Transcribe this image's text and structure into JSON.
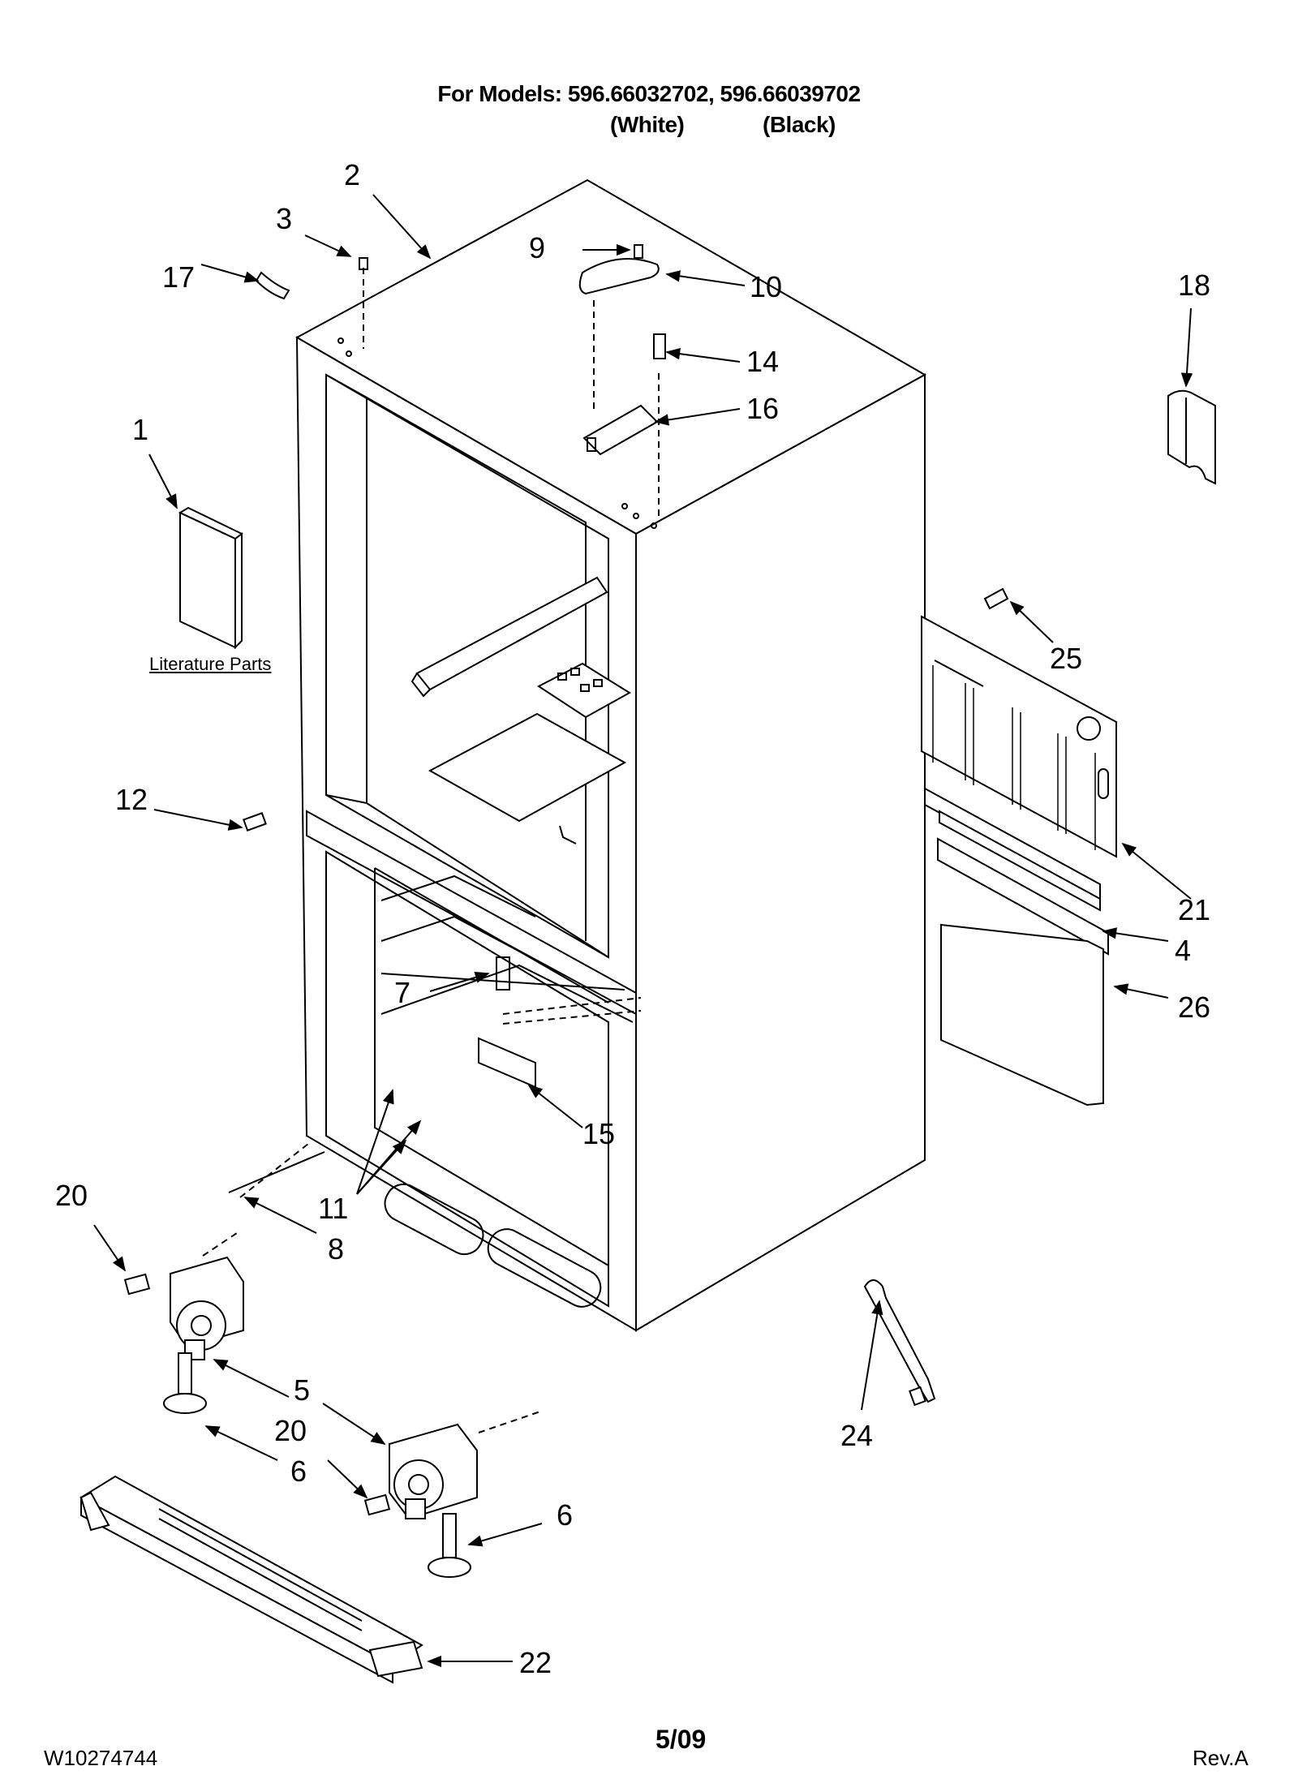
{
  "header": {
    "models_line": "For Models: 596.66032702, 596.66039702",
    "color_white": "(White)",
    "color_black": "(Black)"
  },
  "literature_label": "Literature Parts",
  "callouts": [
    "1",
    "2",
    "3",
    "4",
    "5",
    "5",
    "6",
    "6",
    "7",
    "8",
    "9",
    "10",
    "11",
    "12",
    "14",
    "15",
    "16",
    "17",
    "18",
    "20",
    "20",
    "21",
    "22",
    "24",
    "25",
    "26"
  ],
  "footer": {
    "doc_number": "W10274744",
    "date": "5/09",
    "revision": "Rev.A"
  }
}
